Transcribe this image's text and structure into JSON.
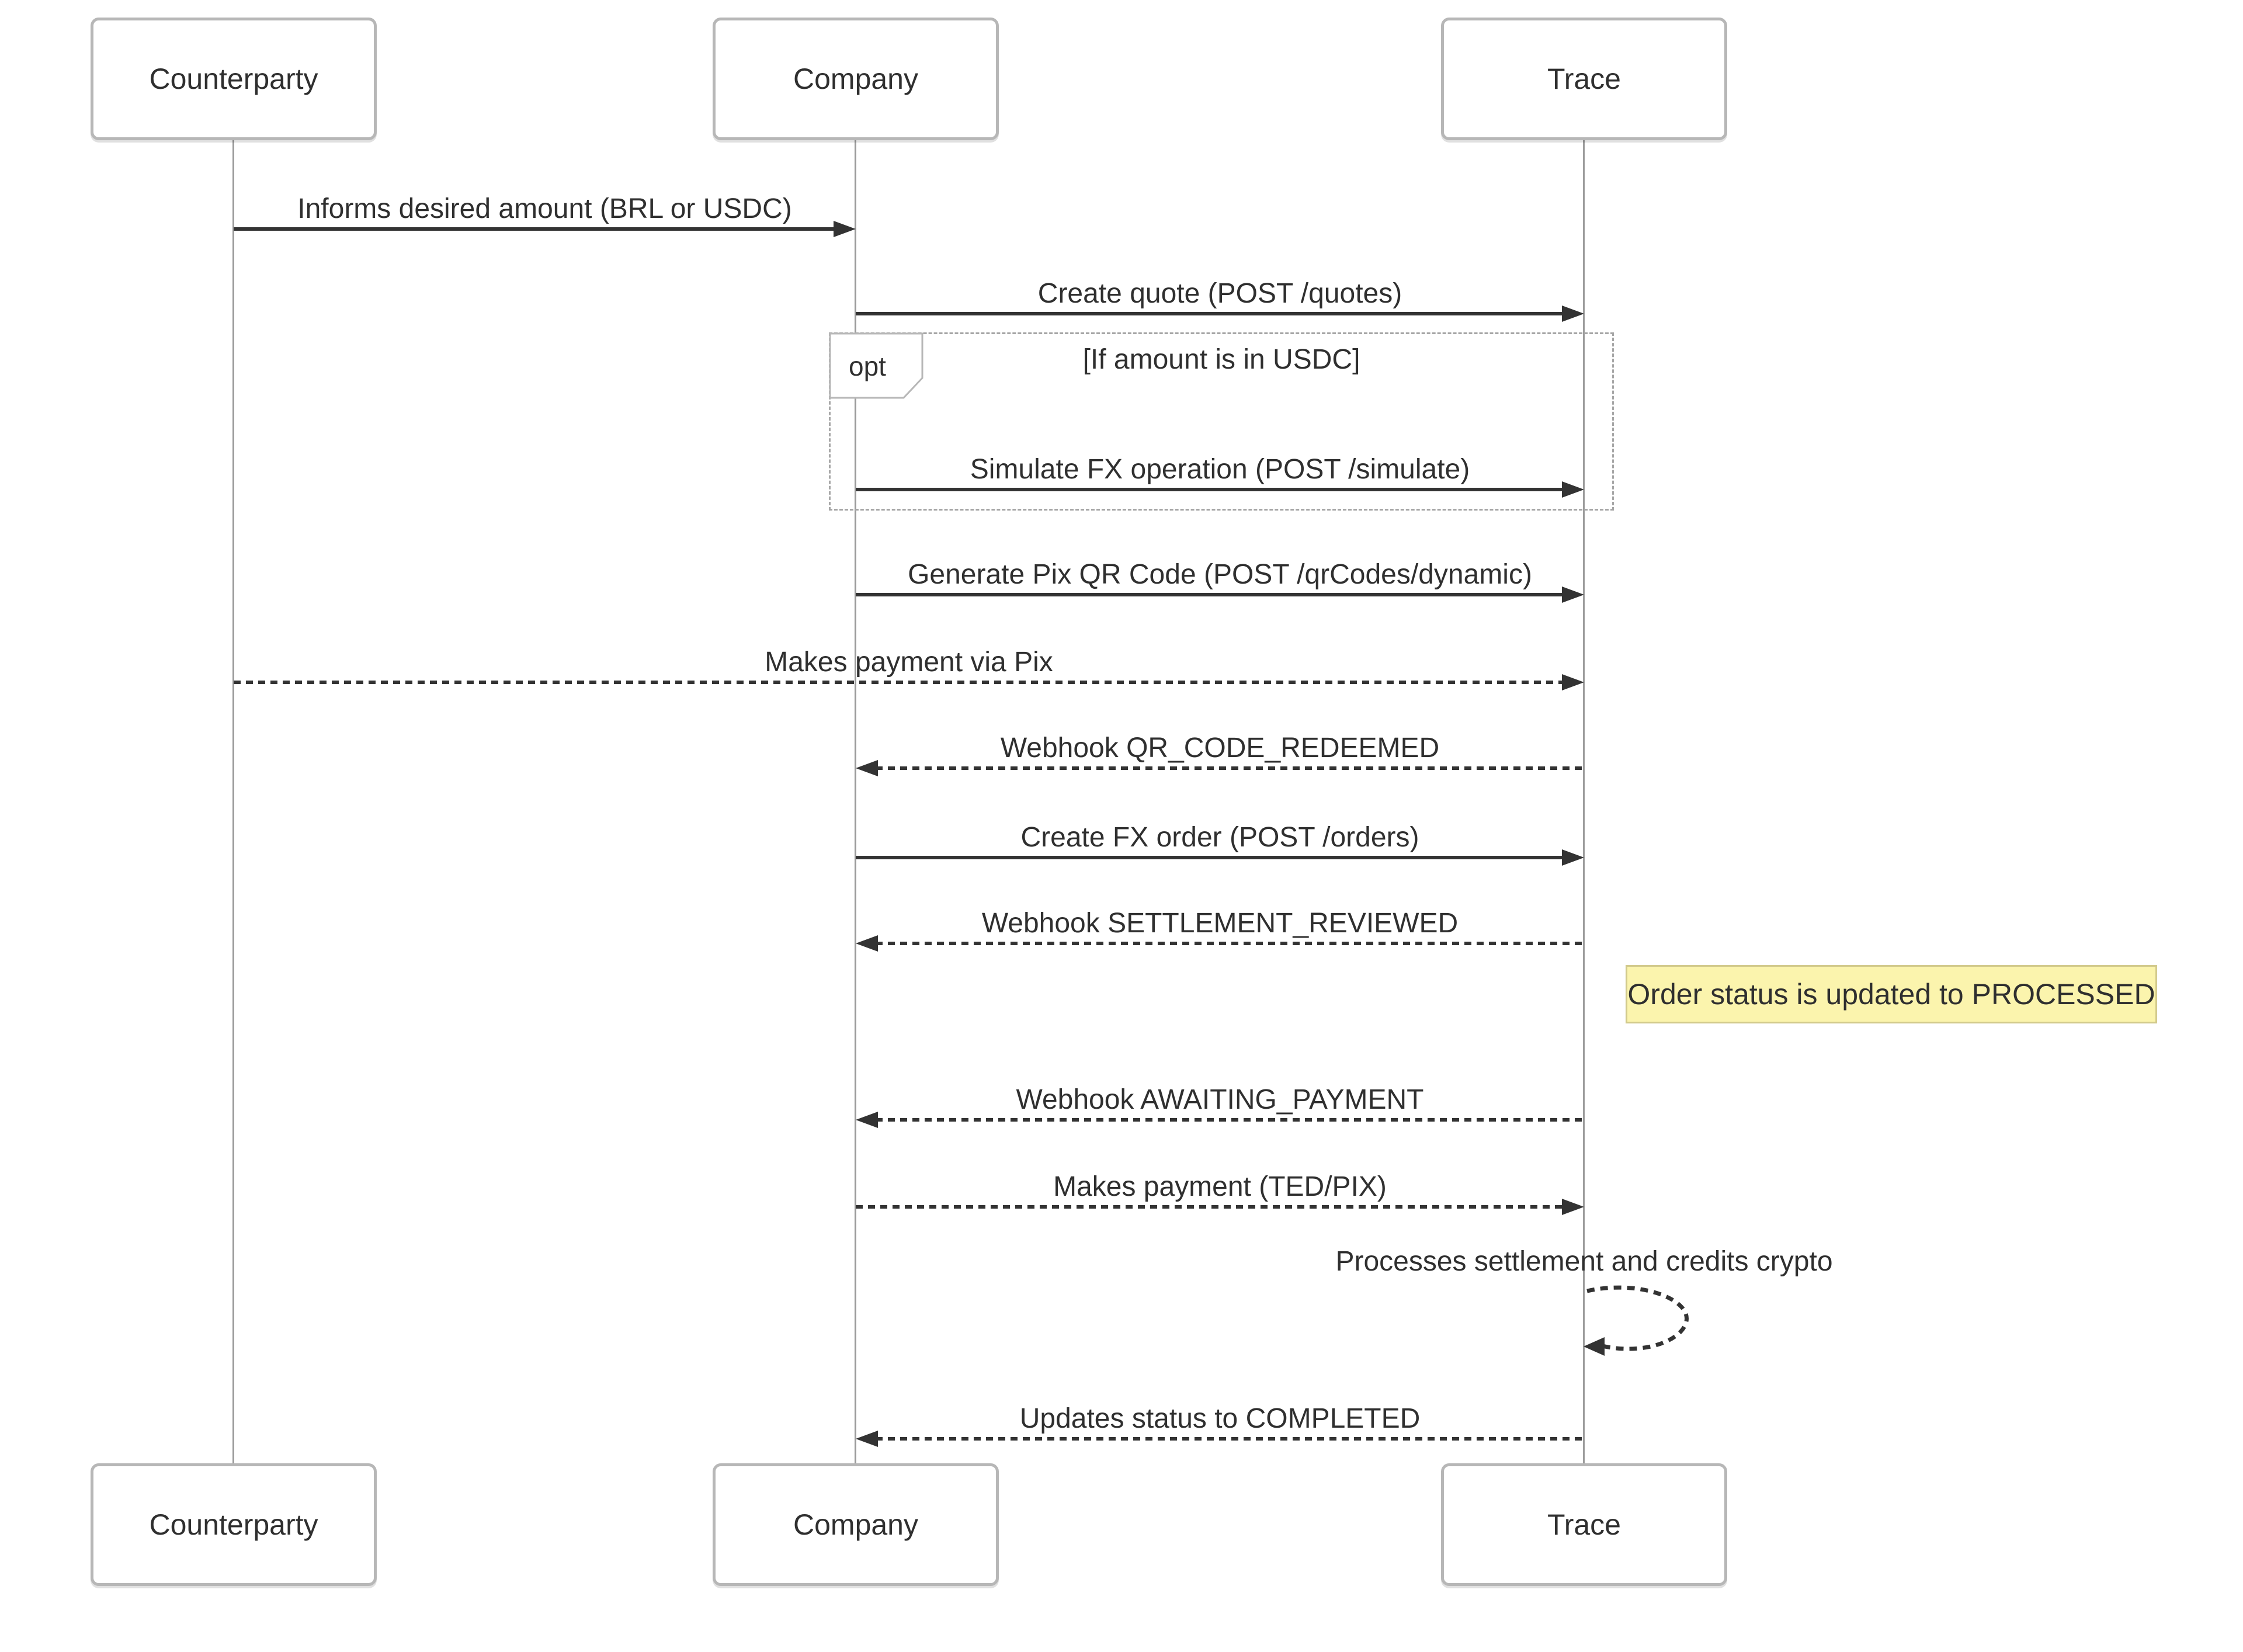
{
  "diagram": {
    "type": "sequence",
    "actors": [
      {
        "label": "Counterparty"
      },
      {
        "label": "Company"
      },
      {
        "label": "Trace"
      }
    ],
    "messages": [
      {
        "from": "Counterparty",
        "to": "Company",
        "style": "solid",
        "label": "Informs desired amount (BRL or USDC)"
      },
      {
        "from": "Company",
        "to": "Trace",
        "style": "solid",
        "label": "Create quote (POST /quotes)"
      },
      {
        "from": "Company",
        "to": "Trace",
        "style": "solid",
        "label": "Simulate FX operation (POST /simulate)"
      },
      {
        "from": "Company",
        "to": "Trace",
        "style": "solid",
        "label": "Generate Pix QR Code (POST /qrCodes/dynamic)"
      },
      {
        "from": "Counterparty",
        "to": "Trace",
        "style": "dotted",
        "label": "Makes payment via Pix"
      },
      {
        "from": "Trace",
        "to": "Company",
        "style": "dotted",
        "label": "Webhook QR_CODE_REDEEMED"
      },
      {
        "from": "Company",
        "to": "Trace",
        "style": "solid",
        "label": "Create FX order (POST /orders)"
      },
      {
        "from": "Trace",
        "to": "Company",
        "style": "dotted",
        "label": "Webhook SETTLEMENT_REVIEWED"
      },
      {
        "from": "Trace",
        "to": "Company",
        "style": "dotted",
        "label": "Webhook AWAITING_PAYMENT"
      },
      {
        "from": "Company",
        "to": "Trace",
        "style": "dotted",
        "label": "Makes payment (TED/PIX)"
      },
      {
        "from": "Trace",
        "to": "Trace",
        "style": "dotted-self",
        "label": "Processes settlement and credits crypto"
      },
      {
        "from": "Trace",
        "to": "Company",
        "style": "dotted",
        "label": "Updates status to COMPLETED"
      }
    ],
    "opt_fragment": {
      "label": "opt",
      "condition": "[If amount is in USDC]"
    },
    "note": {
      "text": "Order status is updated to PROCESSED"
    },
    "colors": {
      "message_line": "#333333",
      "lifeline": "#9c9c9c",
      "actor_border": "#b7b7b7",
      "actor_fill": "#ffffff",
      "note_fill": "#fbf4ad",
      "note_border": "#d2ca8c",
      "fragment_border": "#a6a6a6",
      "text": "#2f2f2f"
    }
  }
}
